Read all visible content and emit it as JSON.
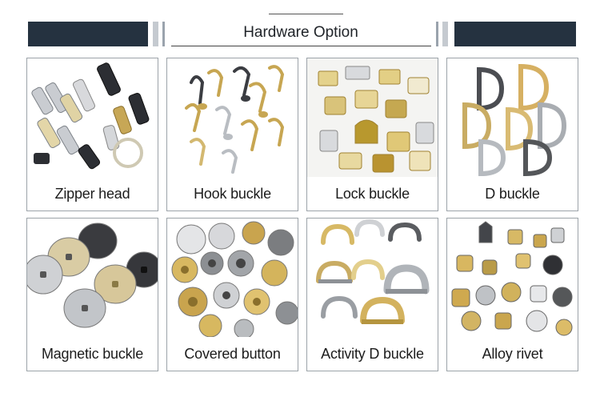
{
  "header": {
    "title": "Hardware Option"
  },
  "products": [
    {
      "label": "Zipper head",
      "icon": "zipper-pulls-image"
    },
    {
      "label": "Hook buckle",
      "icon": "swivel-hooks-image"
    },
    {
      "label": "Lock buckle",
      "icon": "lock-clasps-image"
    },
    {
      "label": "D  buckle",
      "icon": "d-rings-image"
    },
    {
      "label": "Magnetic buckle",
      "icon": "magnetic-snaps-image"
    },
    {
      "label": "Covered button",
      "icon": "snap-buttons-image"
    },
    {
      "label": "Activity D buckle",
      "icon": "activity-d-rings-image"
    },
    {
      "label": "Alloy rivet",
      "icon": "rivets-image"
    }
  ],
  "colors": {
    "navy": "#253240",
    "gold": "#d8b25e",
    "silver": "#b9bdc2",
    "gunmetal": "#3b3d42"
  }
}
